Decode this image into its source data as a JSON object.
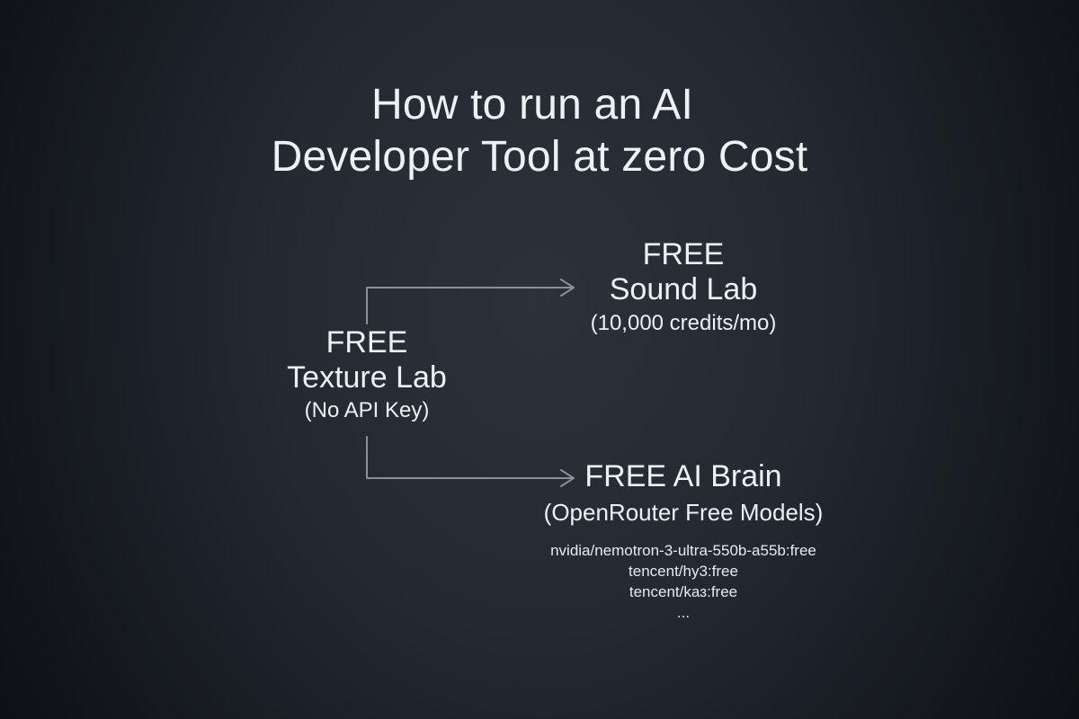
{
  "title": {
    "line1": "How to run an AI",
    "line2": "Developer Tool at zero Cost"
  },
  "nodes": {
    "texture": {
      "line1": "FREE",
      "line2": "Texture Lab",
      "line3": "(No API Key)"
    },
    "sound": {
      "line1": "FREE",
      "line2": "Sound Lab",
      "line3": "(10,000 credits/mo)"
    },
    "brain": {
      "line1": "FREE AI Brain",
      "line2": "(OpenRouter Free Models)",
      "models": [
        "nvidia/nemotron-3-ultra-550b-a55b:free",
        "tencent/hy3:free",
        "tencent/kaɜ:free",
        "..."
      ]
    }
  },
  "colors": {
    "text": "#eef1f4",
    "connector": "#8a9299",
    "background": "#232a31"
  }
}
